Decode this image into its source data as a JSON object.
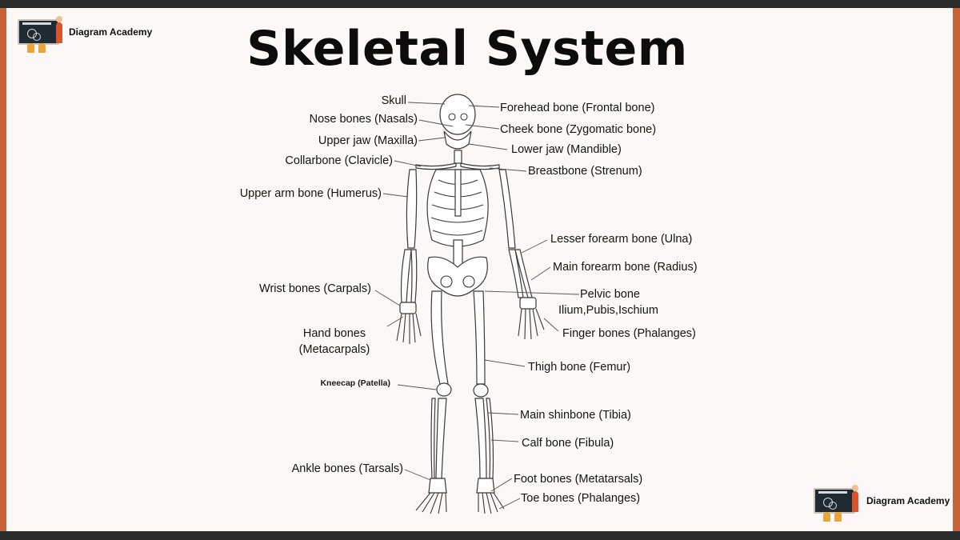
{
  "title": "Skeletal System",
  "brand": {
    "name": "Diagram Academy"
  },
  "labels": {
    "skull": "Skull",
    "nose": "Nose bones (Nasals)",
    "upper_jaw": "Upper jaw (Maxilla)",
    "collarbone": "Collarbone (Clavicle)",
    "humerus": "Upper arm bone (Humerus)",
    "wrist": "Wrist bones (Carpals)",
    "hand_1": "Hand bones",
    "hand_2": "(Metacarpals)",
    "kneecap": "Kneecap (Patella)",
    "ankle": "Ankle bones (Tarsals)",
    "frontal": "Forehead bone (Frontal bone)",
    "cheek": "Cheek bone (Zygomatic bone)",
    "lower_jaw": "Lower jaw (Mandible)",
    "breastbone": "Breastbone (Strenum)",
    "ulna": "Lesser forearm bone (Ulna)",
    "radius": "Main forearm bone (Radius)",
    "pelvic_1": "Pelvic bone",
    "pelvic_2": "Ilium,Pubis,Ischium",
    "fingers": "Finger bones (Phalanges)",
    "femur": "Thigh bone (Femur)",
    "tibia": "Main shinbone (Tibia)",
    "fibula": "Calf bone (Fibula)",
    "metatarsals": "Foot bones (Metatarsals)",
    "toes": "Toe bones (Phalanges)"
  },
  "colors": {
    "frame": "#c9643a",
    "bar": "#2b2b2b",
    "background": "#fbf8f7"
  }
}
